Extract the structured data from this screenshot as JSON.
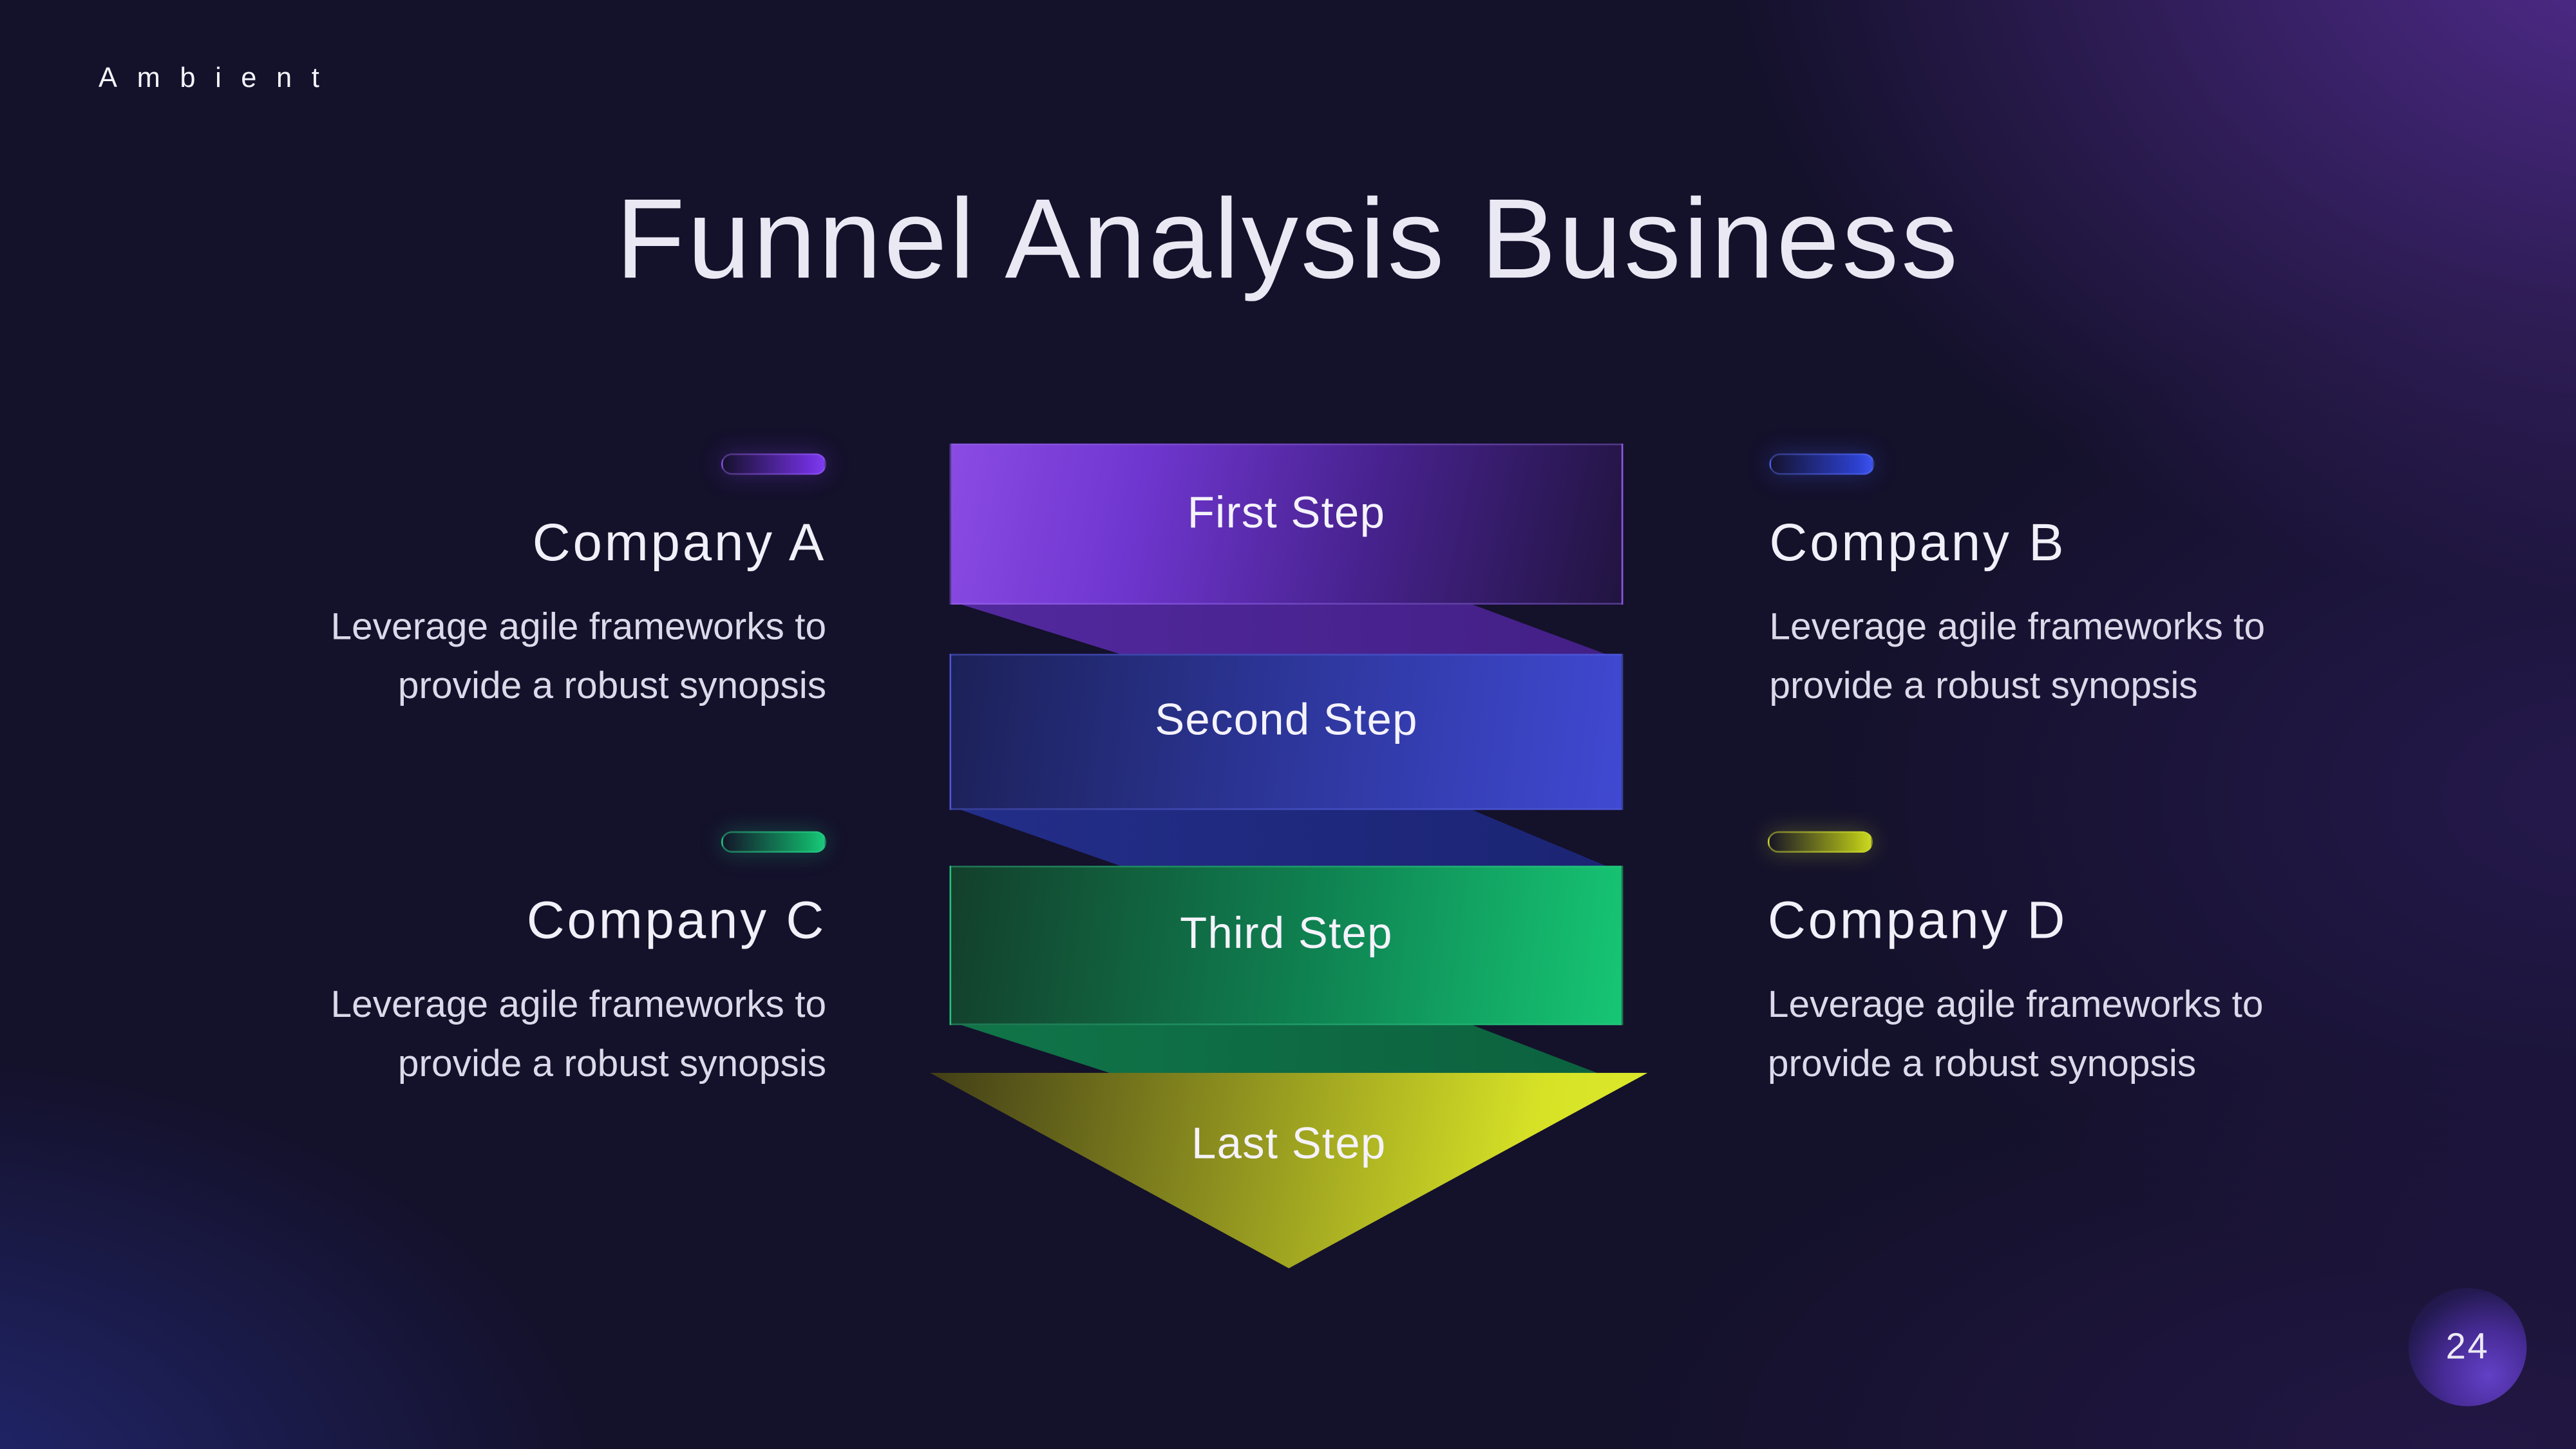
{
  "slide": {
    "brand": "Ambient",
    "title": "Funnel Analysis Business",
    "page_number": "24"
  },
  "colors": {
    "background_base": "#14112b",
    "glow_top_right": "#562e96",
    "glow_bottom_left": "#232976",
    "step_purple": "#8a4be4",
    "step_blue": "#4049d2",
    "step_green": "#16c674",
    "step_yellow": "#d7e226"
  },
  "funnel": {
    "steps": [
      {
        "label": "First Step",
        "color": "#8a4be4",
        "shape": "rectangle"
      },
      {
        "label": "Second Step",
        "color": "#4049d2",
        "shape": "rectangle"
      },
      {
        "label": "Third Step",
        "color": "#16c674",
        "shape": "rectangle"
      },
      {
        "label": "Last Step",
        "color": "#d7e226",
        "shape": "triangle-down"
      }
    ]
  },
  "companies": [
    {
      "name": "Company A",
      "accent": "#7d3cf0",
      "description_line1": "Leverage agile frameworks to",
      "description_line2": "provide a robust synopsis"
    },
    {
      "name": "Company B",
      "accent": "#3c53ef",
      "description_line1": "Leverage agile frameworks to",
      "description_line2": "provide a robust synopsis"
    },
    {
      "name": "Company C",
      "accent": "#1bc97c",
      "description_line1": "Leverage agile frameworks to",
      "description_line2": "provide a robust synopsis"
    },
    {
      "name": "Company D",
      "accent": "#cbd922",
      "description_line1": "Leverage agile frameworks to",
      "description_line2": "provide a robust synopsis"
    }
  ]
}
